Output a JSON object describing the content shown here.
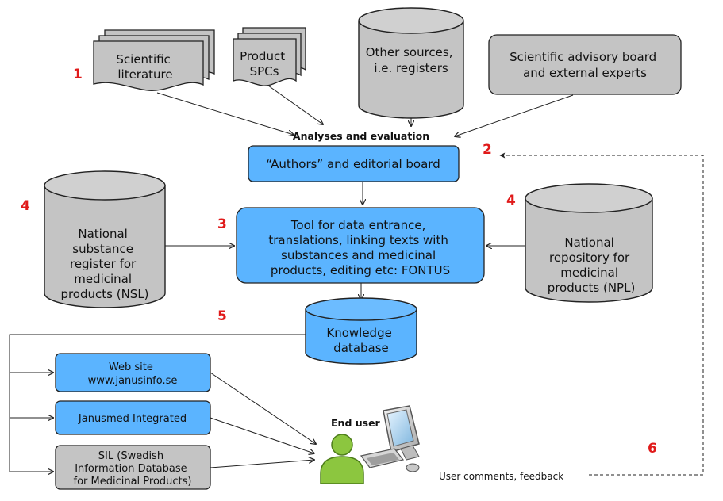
{
  "sources": {
    "literature": [
      "Scientific",
      "literature"
    ],
    "spcs": [
      "Product",
      "SPCs"
    ],
    "other": [
      "Other sources,",
      "i.e. registers"
    ],
    "advisory": [
      "Scientific advisory board",
      "and external experts"
    ]
  },
  "analyses_label": "Analyses and evaluation",
  "authors_box": "“Authors” and editorial board",
  "tool_box": [
    "Tool for data entrance,",
    "translations, linking texts with",
    "substances and medicinal",
    "products, editing etc: FONTUS"
  ],
  "nsl": [
    "National",
    "substance",
    "register for",
    "medicinal",
    "products (NSL)"
  ],
  "npl": [
    "National",
    "repository for",
    "medicinal",
    "products (NPL)"
  ],
  "knowledge_db": [
    "Knowledge",
    "database"
  ],
  "outputs": {
    "website": [
      "Web site",
      "www.janusinfo.se"
    ],
    "janusmed": "Janusmed Integrated",
    "sil": [
      "SIL (Swedish",
      "Information Database",
      "for Medicinal Products)"
    ]
  },
  "end_user": "End user",
  "feedback": "User comments, feedback",
  "numbers": {
    "n1": "1",
    "n2": "2",
    "n3": "3",
    "n4a": "4",
    "n4b": "4",
    "n5": "5",
    "n6": "6"
  },
  "colors": {
    "blue_box": "#5bb4ff",
    "gray_box": "#c4c4c4",
    "number_red": "#e01a1a",
    "user_green": "#8cc63f"
  }
}
